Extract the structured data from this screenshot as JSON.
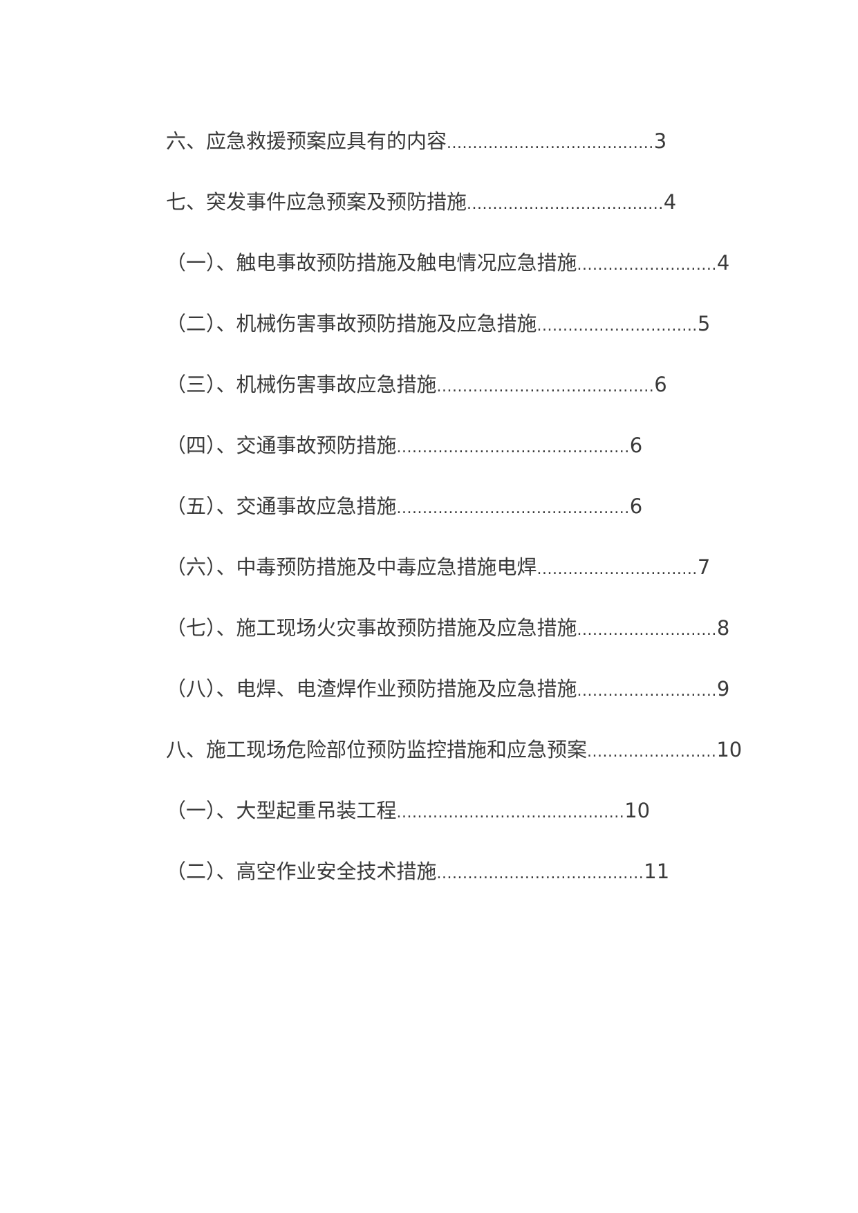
{
  "toc": {
    "entries": [
      {
        "title": "六、应急救援预案应具有的内容",
        "leader": "........................................",
        "page": "3"
      },
      {
        "title": "七、突发事件应急预案及预防措施",
        "leader": "......................................",
        "page": "4"
      },
      {
        "title": "（一）、触电事故预防措施及触电情况应急措施",
        "leader": "...........................",
        "page": "4"
      },
      {
        "title": "（二）、机械伤害事故预防措施及应急措施",
        "leader": "...............................",
        "page": "5"
      },
      {
        "title": "（三）、机械伤害事故应急措施",
        "leader": "..........................................",
        "page": "6"
      },
      {
        "title": "（四）、交通事故预防措施",
        "leader": ".............................................",
        "page": "6"
      },
      {
        "title": "（五）、交通事故应急措施",
        "leader": ".............................................",
        "page": "6"
      },
      {
        "title": "（六）、中毒预防措施及中毒应急措施电焊",
        "leader": "...............................",
        "page": "7"
      },
      {
        "title": "（七）、施工现场火灾事故预防措施及应急措施",
        "leader": "...........................",
        "page": "8"
      },
      {
        "title": "（八）、电焊、电渣焊作业预防措施及应急措施",
        "leader": "...........................",
        "page": "9"
      },
      {
        "title": "八、施工现场危险部位预防监控措施和应急预案",
        "leader": ".........................",
        "page": "10"
      },
      {
        "title": "（一）、大型起重吊装工程",
        "leader": "............................................",
        "page": "10"
      },
      {
        "title": "（二）、高空作业安全技术措施",
        "leader": "........................................",
        "page": "11"
      }
    ]
  }
}
